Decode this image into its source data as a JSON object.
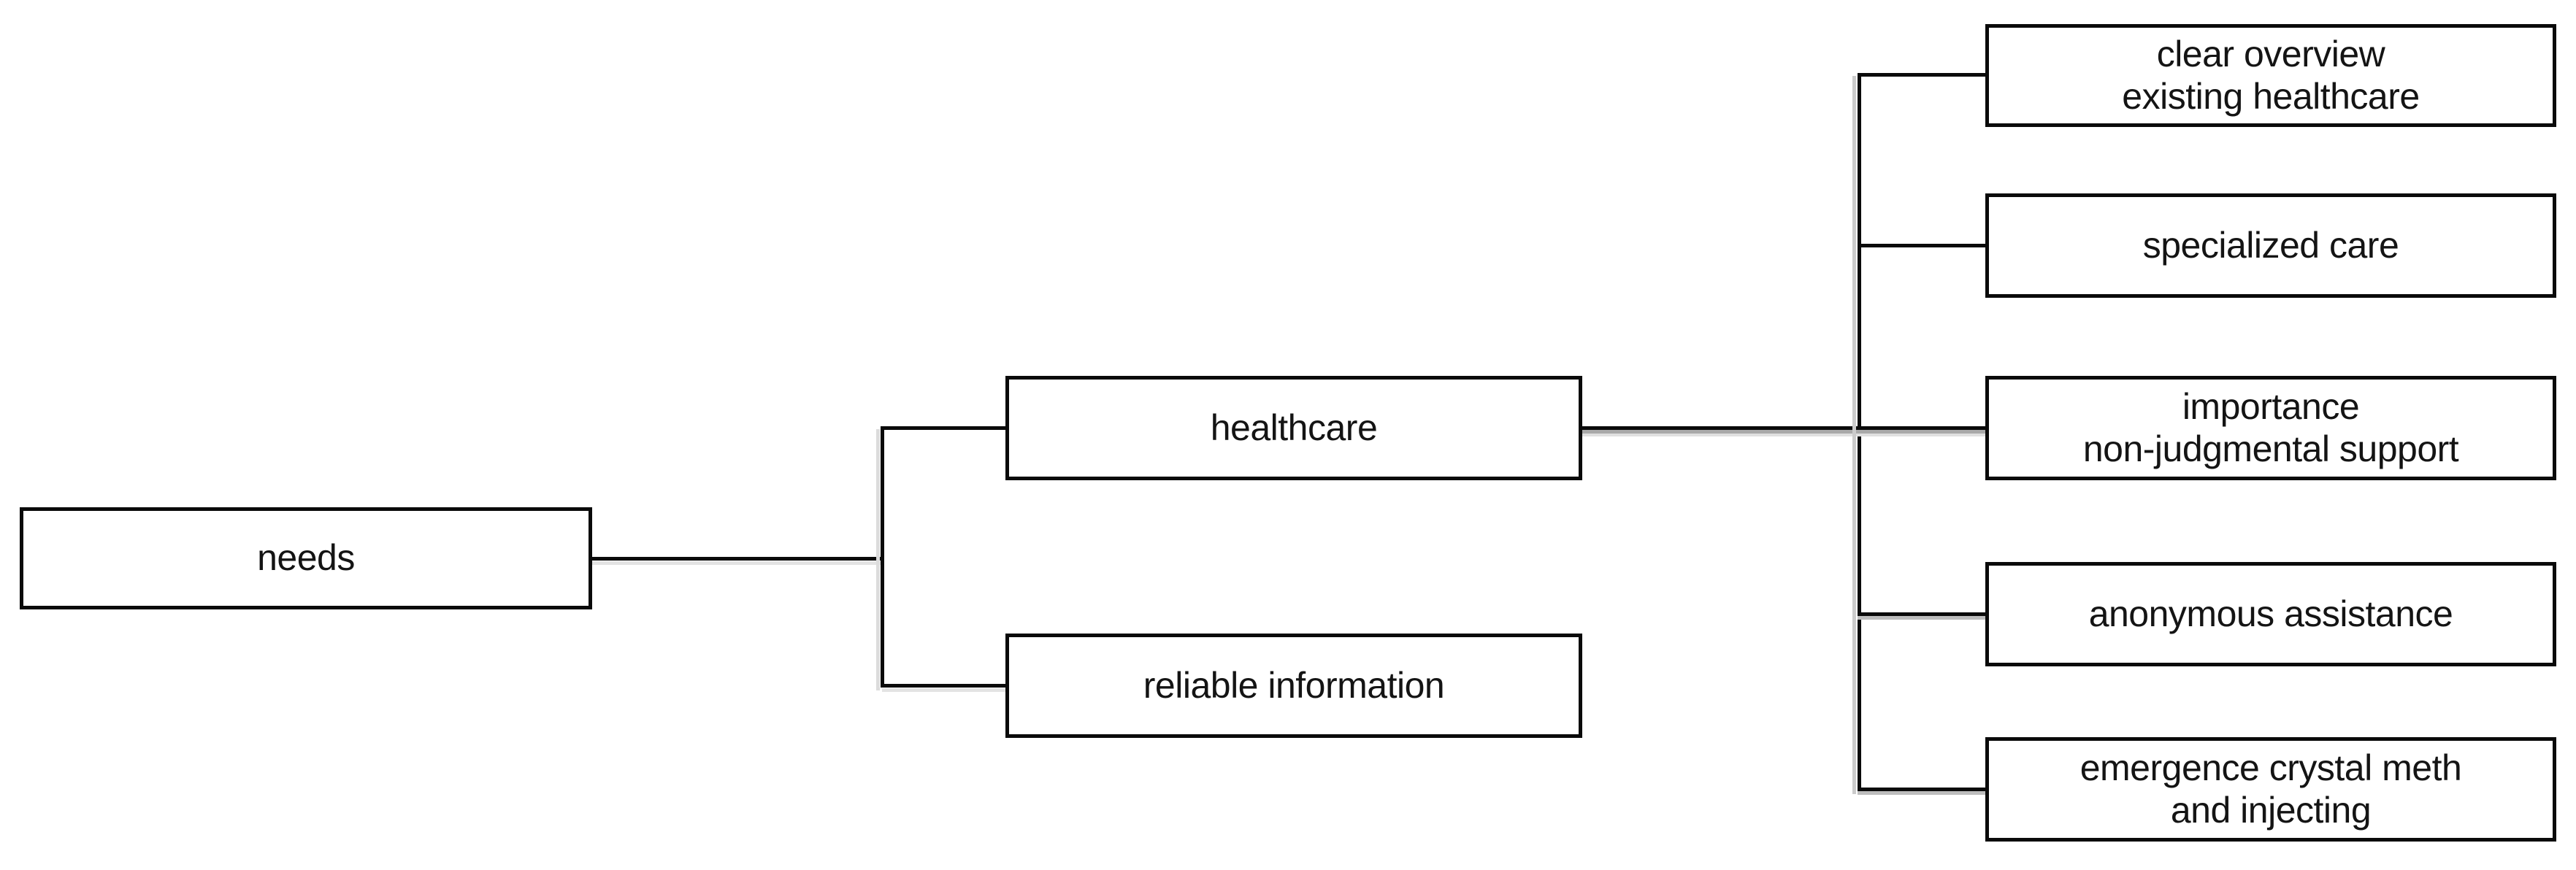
{
  "diagram": {
    "type": "mind-map-tree",
    "direction": "left-to-right",
    "colors": {
      "background": "#ffffff",
      "box_fill": "#ffffff",
      "box_border": "#0a0a0a",
      "text": "#141414",
      "connector": "#0a0a0a",
      "connector_shadow_light": "#e0e0e0",
      "connector_shadow_dark": "#a9a9a9"
    },
    "root": {
      "label": "needs",
      "children": [
        {
          "label": "healthcare",
          "children": [
            {
              "label": "clear overview\nexisting healthcare"
            },
            {
              "label": "specialized care"
            },
            {
              "label": "importance\nnon-judgmental support"
            },
            {
              "label": "anonymous assistance"
            },
            {
              "label": "emergence crystal meth\nand injecting"
            }
          ]
        },
        {
          "label": "reliable information",
          "children": []
        }
      ]
    }
  }
}
